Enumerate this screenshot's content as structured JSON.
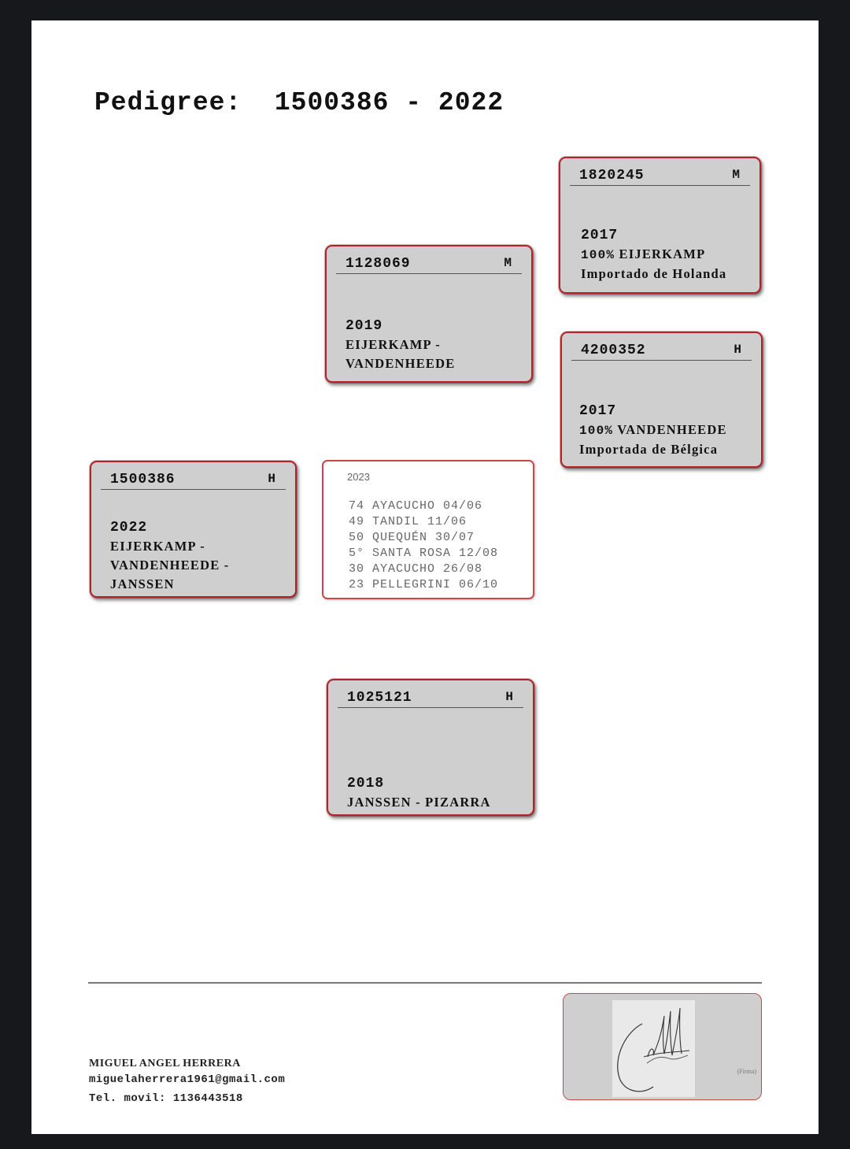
{
  "header": {
    "label": "Pedigree:",
    "number": "1500386",
    "sep": "-",
    "year": "2022"
  },
  "cards": {
    "subject": {
      "id": "1500386",
      "sex": "H",
      "year": "2022",
      "lines": [
        "EIJERKAMP -",
        "VANDENHEEDE -",
        "JANSSEN"
      ]
    },
    "sire": {
      "id": "1128069",
      "sex": "M",
      "year": "2019",
      "lines": [
        "EIJERKAMP -",
        "VANDENHEEDE"
      ]
    },
    "dam": {
      "id": "1025121",
      "sex": "H",
      "year": "2018",
      "lines": [
        "JANSSEN - PIZARRA"
      ]
    },
    "gsire": {
      "id": "1820245",
      "sex": "M",
      "year": "2017",
      "pct": "100%",
      "strain": "EIJERKAMP",
      "origin": "Importado de Holanda"
    },
    "gdam": {
      "id": "4200352",
      "sex": "H",
      "year": "2017",
      "pct": "100%",
      "strain": "VANDENHEEDE",
      "origin": "Importada de Bélgica"
    }
  },
  "results": {
    "year": "2023",
    "items": [
      "74 AYACUCHO 04/06",
      "49 TANDIL 11/06",
      "50 QUEQUÉN 30/07",
      "5° SANTA ROSA 12/08",
      "30 AYACUCHO 26/08",
      "23 PELLEGRINI 06/10"
    ]
  },
  "footer": {
    "name": "MIGUEL ANGEL HERRERA",
    "email": "miguelaherrera1961@gmail.com",
    "phone": "Tel. movil: 1136443518",
    "signature_label": "(Firma)"
  }
}
